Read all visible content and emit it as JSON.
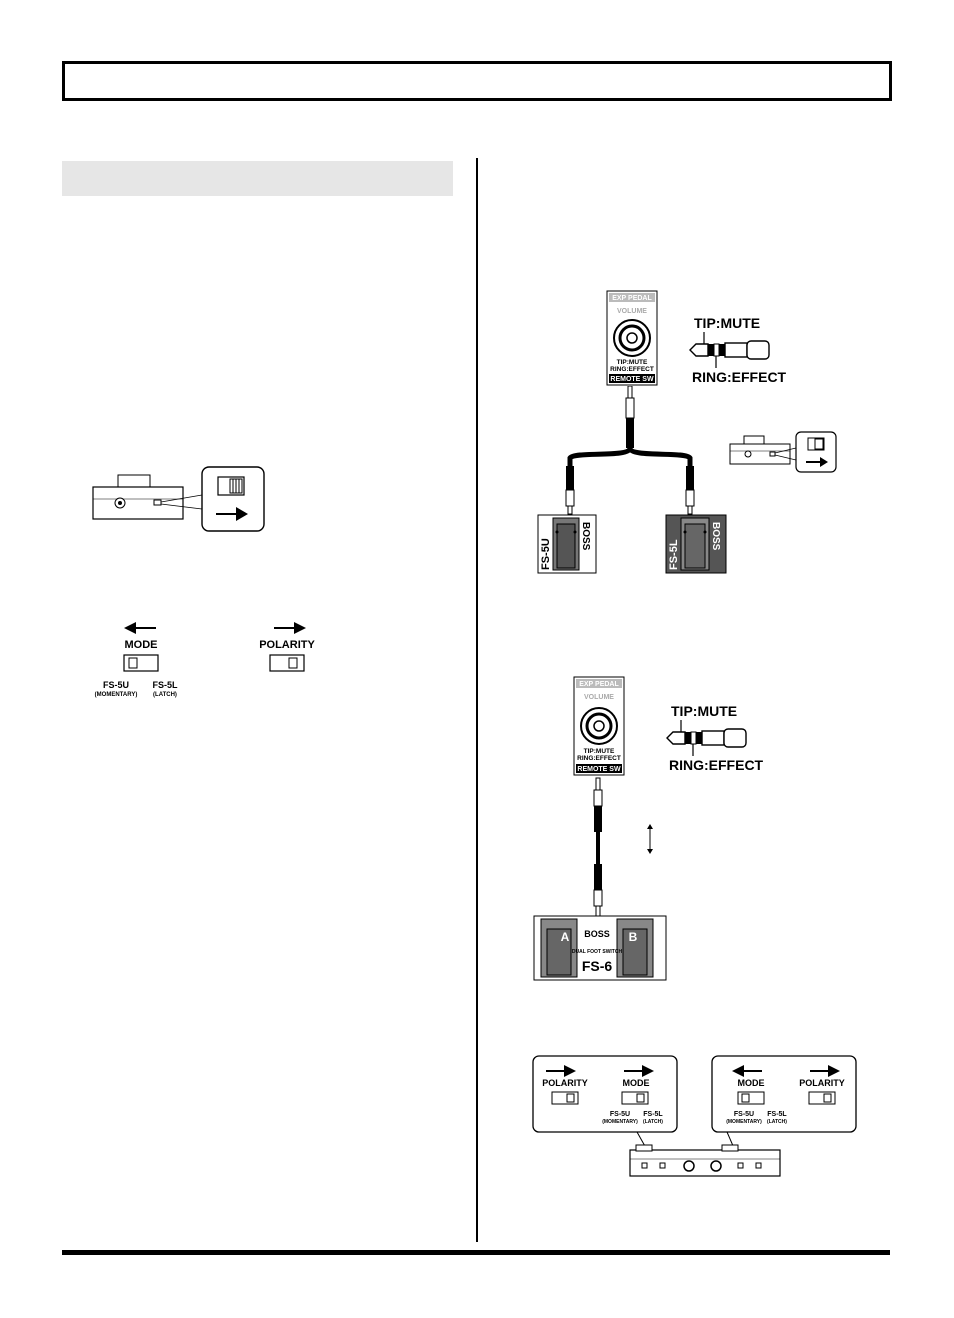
{
  "header": {
    "title": ""
  },
  "section": {
    "heading": ""
  },
  "switches_left": {
    "mode": "MODE",
    "polarity": "POLARITY",
    "fs5u": "FS-5U",
    "momentary": "(MOMENTARY)",
    "fs5l": "FS-5L",
    "latch": "(LATCH)"
  },
  "jack_panel": {
    "exp_pedal": "EXP PEDAL",
    "volume": "VOLUME",
    "tip_ring": "TIP:MUTE",
    "ring_effect": "RING:EFFECT",
    "remote_sw": "REMOTE SW"
  },
  "plug_labels": {
    "tip": "TIP:MUTE",
    "ring": "RING:EFFECT"
  },
  "pedals": {
    "fs5u": "FS-5U",
    "fs5l": "FS-5L",
    "brand": "BOSS"
  },
  "fs6": {
    "brand": "BOSS",
    "a": "A",
    "b": "B",
    "name_line": "DUAL FOOT SWITCH",
    "model": "FS-6"
  },
  "switches_bottom": {
    "polarity": "POLARITY",
    "mode": "MODE",
    "fs5u": "FS-5U",
    "momentary": "(MOMENTARY)",
    "fs5l": "FS-5L",
    "latch": "(LATCH)"
  }
}
